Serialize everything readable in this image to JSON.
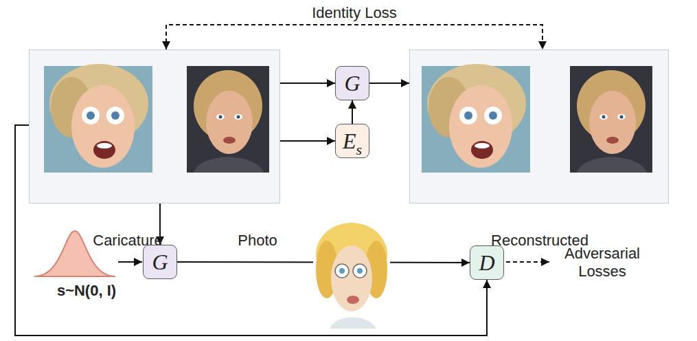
{
  "diagram": {
    "nodes": [
      {
        "text": [
          "Caricature",
          "Photo"
        ]
      },
      {
        "text": [
          "G"
        ]
      },
      {
        "text": [
          "E",
          "s"
        ]
      },
      {
        "text": [
          "Reconstructed"
        ]
      },
      {
        "text": [
          "G"
        ]
      },
      {
        "text": [
          "D"
        ]
      }
    ],
    "edges": [
      {
        "from": 0,
        "to": 1,
        "arrow": "to"
      },
      {
        "from": 0,
        "to": 2,
        "arrow": "to"
      },
      {
        "from": 2,
        "to": 1,
        "arrow": "to"
      },
      {
        "from": 1,
        "to": 3,
        "arrow": "to"
      },
      {
        "from": 0,
        "to": 3,
        "arrow": "both",
        "label": "Identity Loss"
      },
      {
        "from": 0,
        "to": 4,
        "arrow": "to"
      },
      {
        "from": 0,
        "to": 5,
        "arrow": "to"
      },
      {
        "from": 4,
        "to": 5,
        "arrow": "to"
      }
    ],
    "labels": [
      "s~N(0, I)",
      "Adversarial Losses"
    ]
  }
}
